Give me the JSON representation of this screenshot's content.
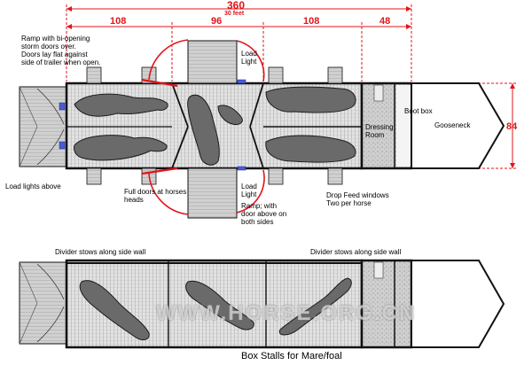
{
  "colors": {
    "dimension": "#e0141a",
    "outline": "#111111",
    "floor": "#d9d9d9",
    "panel": "#bfbfbf",
    "light": "#4a5bd4"
  },
  "dimensions": {
    "total": "360",
    "total_sub": "30 feet",
    "seg1": "108",
    "seg2": "96",
    "seg3": "108",
    "seg4": "48",
    "height": "84"
  },
  "labels": {
    "ramp_rear": [
      "Ramp with bi-opening",
      "storm doors over.",
      "Doors lay flat against",
      "side of trailer when open."
    ],
    "load_lights_above": "Load lights above",
    "load_light_top": [
      "Load",
      "Light"
    ],
    "load_light_bottom": [
      "Load",
      "Light"
    ],
    "full_doors": [
      "Full doors at horses",
      "heads"
    ],
    "ramp_side": [
      "Ramp; with",
      "door above on",
      "both sides"
    ],
    "drop_feed": [
      "Drop Feed windows",
      "Two per horse"
    ],
    "dressing_room": [
      "Dressing",
      "Room"
    ],
    "boot_box": "Boot box",
    "gooseneck": "Gooseneck",
    "divider_left": "Divider stows along side wall",
    "divider_right": "Divider stows along side wall",
    "caption": "Box Stalls for Mare/foal",
    "watermark": "WWW.HORSE.ORG.CN"
  }
}
